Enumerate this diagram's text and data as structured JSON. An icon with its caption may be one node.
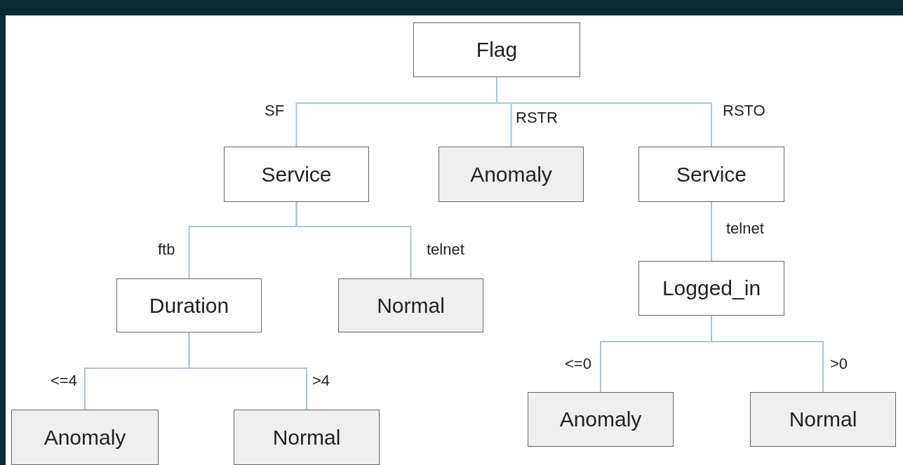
{
  "diagram": {
    "nodes": [
      {
        "text": [
          "Flag"
        ]
      },
      {
        "text": [
          "Service"
        ]
      },
      {
        "text": [
          "Anomaly"
        ]
      },
      {
        "text": [
          "Service"
        ]
      },
      {
        "text": [
          "Duration"
        ]
      },
      {
        "text": [
          "Normal"
        ]
      },
      {
        "text": [
          "Logged_in"
        ]
      },
      {
        "text": [
          "Anomaly"
        ]
      },
      {
        "text": [
          "Normal"
        ]
      },
      {
        "text": [
          "Anomaly"
        ]
      },
      {
        "text": [
          "Normal"
        ]
      }
    ],
    "edges": [
      {
        "from": 0,
        "to": 1,
        "arrow": "none",
        "label": "SF"
      },
      {
        "from": 0,
        "to": 2,
        "arrow": "none",
        "label": "RSTR"
      },
      {
        "from": 0,
        "to": 3,
        "arrow": "none",
        "label": "RSTO"
      },
      {
        "from": 1,
        "to": 4,
        "arrow": "none",
        "label": "ftb"
      },
      {
        "from": 1,
        "to": 5,
        "arrow": "none",
        "label": "telnet"
      },
      {
        "from": 3,
        "to": 6,
        "arrow": "none",
        "label": "telnet"
      },
      {
        "from": 4,
        "to": 7,
        "arrow": "none",
        "label": "<=4"
      },
      {
        "from": 4,
        "to": 8,
        "arrow": "none",
        "label": ">4"
      },
      {
        "from": 6,
        "to": 9,
        "arrow": "none",
        "label": "<=0"
      },
      {
        "from": 6,
        "to": 10,
        "arrow": "none",
        "label": ">0"
      }
    ]
  }
}
